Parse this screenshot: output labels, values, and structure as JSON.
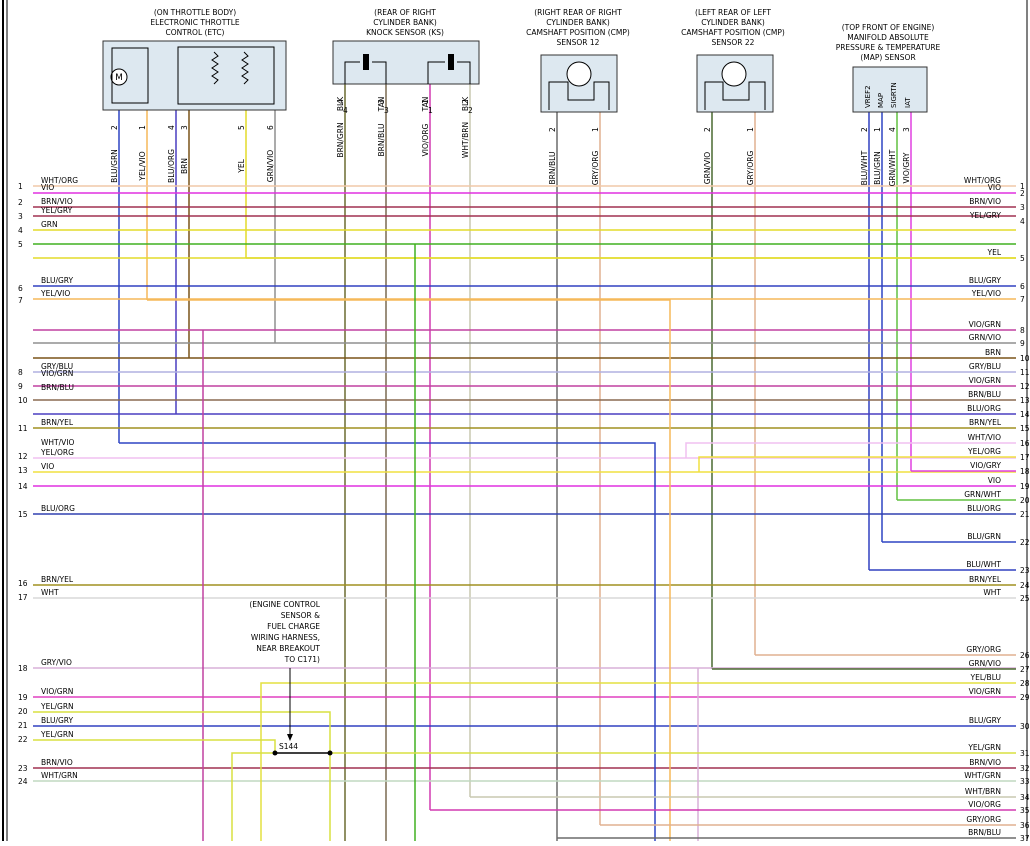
{
  "components": [
    {
      "id": "etc",
      "caption": [
        "(ON THROTTLE BODY)",
        "ELECTRONIC THROTTLE",
        "CONTROL (ETC)"
      ],
      "motor_symbol": "M",
      "pins": [
        {
          "num": "2",
          "wire": "BLU/GRN",
          "color": "#2f45c4"
        },
        {
          "num": "1",
          "wire": "YEL/VIO",
          "color": "#f5b95a"
        },
        {
          "num": "4",
          "wire": "BLU/ORG",
          "color": "#4a3fc0"
        },
        {
          "num": "3",
          "wire": "BRN",
          "color": "#7a5418"
        },
        {
          "num": "5",
          "wire": "YEL",
          "color": "#e3dc2a"
        },
        {
          "num": "6",
          "wire": "GRN/VIO",
          "color": "#8f8f8f"
        }
      ]
    },
    {
      "id": "ks",
      "caption": [
        "(REAR OF RIGHT",
        "CYLINDER BANK)",
        "KNOCK SENSOR (KS)"
      ],
      "pins": [
        {
          "num": "4",
          "wire": "BLK",
          "color": "#8a8a6a"
        },
        {
          "num": "4",
          "wire": "BRN/GRN",
          "color": "#6b6b30"
        },
        {
          "num": "3",
          "wire": "TAN",
          "color": "#b0a090"
        },
        {
          "num": "3",
          "wire": "BRN/BLU",
          "color": "#7a6a50"
        },
        {
          "num": "1",
          "wire": "TAN",
          "color": "#b0a090"
        },
        {
          "num": "1",
          "wire": "VIO/ORG",
          "color": "#d23ab0"
        },
        {
          "num": "2",
          "wire": "BLK",
          "color": "#8a8a6a"
        },
        {
          "num": "2",
          "wire": "WHT/BRN",
          "color": "#c8c8b0"
        }
      ]
    },
    {
      "id": "cmp12",
      "caption": [
        "(RIGHT REAR OF RIGHT",
        "CYLINDER BANK)",
        "CAMSHAFT POSITION (CMP)",
        "SENSOR 12"
      ],
      "pins": [
        {
          "num": "2",
          "wire": "BRN/BLU",
          "color": "#6b6b6b"
        },
        {
          "num": "1",
          "wire": "GRY/ORG",
          "color": "#e0b090"
        }
      ]
    },
    {
      "id": "cmp22",
      "caption": [
        "(LEFT REAR OF LEFT",
        "CYLINDER BANK)",
        "CAMSHAFT POSITION (CMP)",
        "SENSOR 22"
      ],
      "pins": [
        {
          "num": "2",
          "wire": "GRN/VIO",
          "color": "#4a6a30"
        },
        {
          "num": "1",
          "wire": "GRY/ORG",
          "color": "#e0b090"
        }
      ]
    },
    {
      "id": "map",
      "caption": [
        "(TOP FRONT OF ENGINE)",
        "MANIFOLD ABSOLUTE",
        "PRESSURE & TEMPERATURE",
        "(MAP) SENSOR"
      ],
      "pin_labels": [
        "VREF2",
        "MAP",
        "SIGRTN",
        "IAT"
      ],
      "pins": [
        {
          "num": "2",
          "wire": "BLU/WHT",
          "color": "#3040c0"
        },
        {
          "num": "1",
          "wire": "BLU/GRN",
          "color": "#2f45c4"
        },
        {
          "num": "4",
          "wire": "GRN/WHT",
          "color": "#60c040"
        },
        {
          "num": "3",
          "wire": "VIO/GRY",
          "color": "#e040e0"
        }
      ]
    }
  ],
  "left_connector": [
    {
      "num": "1",
      "wire": "WHT/ORG",
      "color": "#f0c8a8"
    },
    {
      "num": "",
      "wire": "VIO",
      "color": "#e030e0"
    },
    {
      "num": "2",
      "wire": "BRN/VIO",
      "color": "#a03050"
    },
    {
      "num": "3",
      "wire": "YEL/GRY",
      "color": "#d8d040"
    },
    {
      "num": "4",
      "wire": "GRN",
      "color": "#40b020"
    },
    {
      "num": "5",
      "wire": "",
      "color": ""
    },
    {
      "num": "",
      "wire": "BLU/GRY",
      "color": "#3040c0"
    },
    {
      "num": "6",
      "wire": "YEL/VIO",
      "color": "#f5b95a"
    },
    {
      "num": "7",
      "wire": "",
      "color": ""
    },
    {
      "num": "",
      "wire": "GRY/BLU",
      "color": "#b0b0e0"
    },
    {
      "num": "8",
      "wire": "VIO/GRN",
      "color": "#c040a0"
    },
    {
      "num": "9",
      "wire": "BRN/BLU",
      "color": "#8a6a50"
    },
    {
      "num": "10",
      "wire": "",
      "color": ""
    },
    {
      "num": "11",
      "wire": "BRN/YEL",
      "color": "#a09020"
    },
    {
      "num": "",
      "wire": "WHT/VIO",
      "color": "#f0c0f0"
    },
    {
      "num": "12",
      "wire": "YEL/ORG",
      "color": "#f0e040"
    },
    {
      "num": "13",
      "wire": "VIO",
      "color": "#e030e0"
    },
    {
      "num": "14",
      "wire": "",
      "color": ""
    },
    {
      "num": "15",
      "wire": "BLU/ORG",
      "color": "#3040b0"
    },
    {
      "num": "16",
      "wire": "BRN/YEL",
      "color": "#a09020"
    },
    {
      "num": "17",
      "wire": "WHT",
      "color": "#d8d8d8"
    },
    {
      "num": "18",
      "wire": "GRY/VIO",
      "color": "#d8b0d8"
    },
    {
      "num": "19",
      "wire": "VIO/GRN",
      "color": "#e040c0"
    },
    {
      "num": "20",
      "wire": "YEL/GRN",
      "color": "#d8e040"
    },
    {
      "num": "21",
      "wire": "BLU/GRY",
      "color": "#3040c0"
    },
    {
      "num": "22",
      "wire": "YEL/GRN",
      "color": "#d8e040"
    },
    {
      "num": "23",
      "wire": "BRN/VIO",
      "color": "#a03050"
    },
    {
      "num": "24",
      "wire": "WHT/GRN",
      "color": "#c0d8c0"
    }
  ],
  "right_connector": [
    {
      "num": "1",
      "wire": "WHT/ORG"
    },
    {
      "num": "2",
      "wire": "VIO"
    },
    {
      "num": "3",
      "wire": "BRN/VIO"
    },
    {
      "num": "4",
      "wire": "YEL/GRY"
    },
    {
      "num": "5",
      "wire": "YEL"
    },
    {
      "num": "6",
      "wire": "BLU/GRY"
    },
    {
      "num": "7",
      "wire": "YEL/VIO"
    },
    {
      "num": "8",
      "wire": "VIO/GRN"
    },
    {
      "num": "9",
      "wire": "GRN/VIO"
    },
    {
      "num": "10",
      "wire": "BRN"
    },
    {
      "num": "11",
      "wire": "GRY/BLU"
    },
    {
      "num": "12",
      "wire": "VIO/GRN"
    },
    {
      "num": "13",
      "wire": "BRN/BLU"
    },
    {
      "num": "14",
      "wire": "BLU/ORG"
    },
    {
      "num": "15",
      "wire": "BRN/YEL"
    },
    {
      "num": "16",
      "wire": "WHT/VIO"
    },
    {
      "num": "17",
      "wire": "YEL/ORG"
    },
    {
      "num": "18",
      "wire": "VIO/GRY"
    },
    {
      "num": "19",
      "wire": "VIO"
    },
    {
      "num": "20",
      "wire": "GRN/WHT"
    },
    {
      "num": "21",
      "wire": "BLU/ORG"
    },
    {
      "num": "22",
      "wire": "BLU/GRN"
    },
    {
      "num": "23",
      "wire": "BLU/WHT"
    },
    {
      "num": "24",
      "wire": "BRN/YEL"
    },
    {
      "num": "25",
      "wire": "WHT"
    },
    {
      "num": "26",
      "wire": "GRY/ORG"
    },
    {
      "num": "27",
      "wire": "GRN/VIO"
    },
    {
      "num": "28",
      "wire": "YEL/BLU"
    },
    {
      "num": "29",
      "wire": "VIO/GRN"
    },
    {
      "num": "30",
      "wire": "BLU/GRY"
    },
    {
      "num": "31",
      "wire": "YEL/GRN"
    },
    {
      "num": "32",
      "wire": "BRN/VIO"
    },
    {
      "num": "33",
      "wire": "WHT/GRN"
    },
    {
      "num": "34",
      "wire": "WHT/BRN"
    },
    {
      "num": "35",
      "wire": "VIO/ORG"
    },
    {
      "num": "36",
      "wire": "GRY/ORG"
    },
    {
      "num": "37",
      "wire": "BRN/BLU"
    }
  ],
  "splice": {
    "label": "S144",
    "note": [
      "(ENGINE CONTROL",
      "SENSOR &",
      "FUEL CHARGE",
      "WIRING HARNESS,",
      "NEAR BREAKOUT",
      "TO C171)"
    ]
  }
}
